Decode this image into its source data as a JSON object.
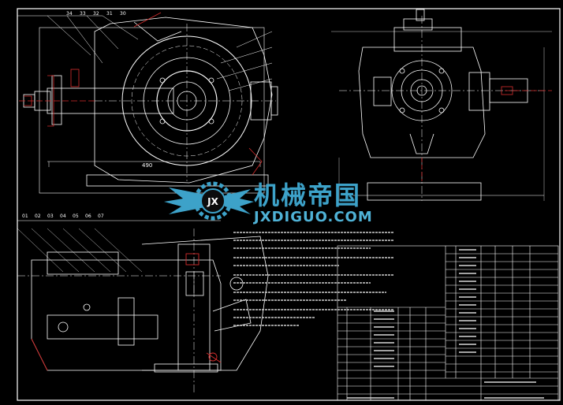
{
  "drawing": {
    "dimension_label": "490"
  },
  "watermark": {
    "cn": "机械帝国",
    "en": "JXDIGUO.COM",
    "logo": "JX"
  },
  "balloon_numbers_top": [
    "34",
    "33",
    "32",
    "31",
    "30"
  ],
  "balloon_numbers_bottom": [
    "01",
    "02",
    "03",
    "04",
    "05",
    "06",
    "07"
  ],
  "colors": {
    "background": "#000000",
    "lines": "#ffffff",
    "accent": "#d62d2d",
    "watermark": "#3da2c9"
  }
}
